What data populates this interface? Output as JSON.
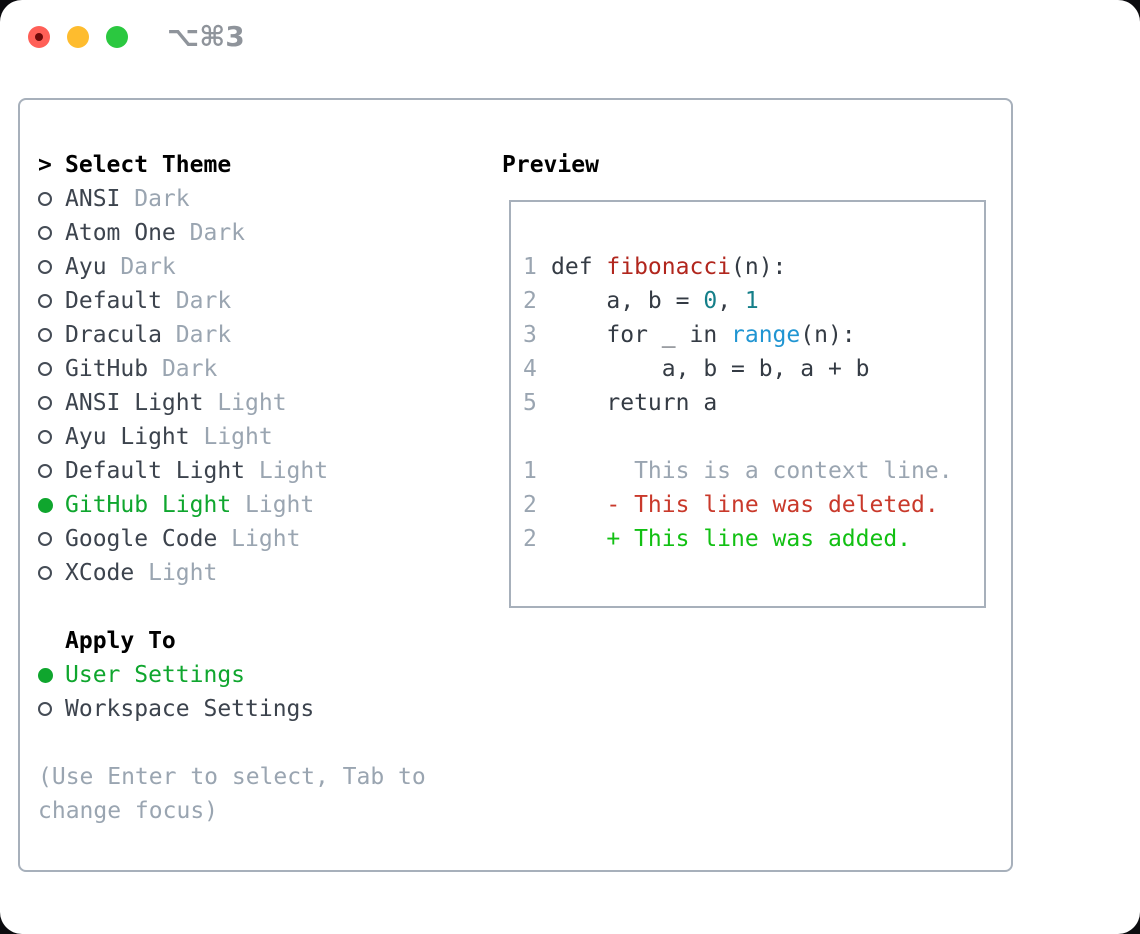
{
  "window": {
    "titlebar": {
      "shortcut": "⌥⌘3",
      "traffic_lights": [
        {
          "name": "close",
          "color": "#ff5f57"
        },
        {
          "name": "minimize",
          "color": "#febc2e"
        },
        {
          "name": "zoom",
          "color": "#2bc840"
        }
      ]
    },
    "theme_picker": {
      "cursor": ">",
      "header": "Select Theme",
      "items": [
        {
          "name": "ANSI",
          "variant": "Dark",
          "selected": false
        },
        {
          "name": "Atom One",
          "variant": "Dark",
          "selected": false
        },
        {
          "name": "Ayu",
          "variant": "Dark",
          "selected": false
        },
        {
          "name": "Default",
          "variant": "Dark",
          "selected": false
        },
        {
          "name": "Dracula",
          "variant": "Dark",
          "selected": false
        },
        {
          "name": "GitHub",
          "variant": "Dark",
          "selected": false
        },
        {
          "name": "ANSI Light",
          "variant": "Light",
          "selected": false
        },
        {
          "name": "Ayu Light",
          "variant": "Light",
          "selected": false
        },
        {
          "name": "Default Light",
          "variant": "Light",
          "selected": false
        },
        {
          "name": "GitHub Light",
          "variant": "Light",
          "selected": true
        },
        {
          "name": "Google Code",
          "variant": "Light",
          "selected": false
        },
        {
          "name": "XCode",
          "variant": "Light",
          "selected": false
        }
      ]
    },
    "apply_to": {
      "header": "Apply To",
      "options": [
        {
          "label": "User Settings",
          "selected": true
        },
        {
          "label": "Workspace Settings",
          "selected": false
        }
      ]
    },
    "hint": {
      "line1": "(Use Enter to select, Tab to",
      "line2": "change focus)"
    },
    "preview": {
      "header": "Preview",
      "code_lines": [
        {
          "num": "1",
          "segments": [
            {
              "text": "def ",
              "color": "code"
            },
            {
              "text": "fibonacci",
              "color": "function"
            },
            {
              "text": "(n):",
              "color": "code"
            }
          ]
        },
        {
          "num": "2",
          "segments": [
            {
              "text": "    a, b = ",
              "color": "code"
            },
            {
              "text": "0",
              "color": "number"
            },
            {
              "text": ", ",
              "color": "code"
            },
            {
              "text": "1",
              "color": "number"
            }
          ]
        },
        {
          "num": "3",
          "segments": [
            {
              "text": "    for _ in ",
              "color": "code"
            },
            {
              "text": "range",
              "color": "builtin"
            },
            {
              "text": "(n):",
              "color": "code"
            }
          ]
        },
        {
          "num": "4",
          "segments": [
            {
              "text": "        a, b = b, a + b",
              "color": "code"
            }
          ]
        },
        {
          "num": "5",
          "segments": [
            {
              "text": "    return a",
              "color": "code"
            }
          ]
        },
        {
          "num": "",
          "segments": []
        },
        {
          "num": "1",
          "segments": [
            {
              "text": "      This is a context line.",
              "color": "context"
            }
          ]
        },
        {
          "num": "2",
          "segments": [
            {
              "text": "    - This line was deleted.",
              "color": "deleted"
            }
          ]
        },
        {
          "num": "2",
          "segments": [
            {
              "text": "    + This line was added.",
              "color": "added"
            }
          ]
        }
      ]
    },
    "colors": {
      "accent_green": "#0fa62e",
      "added_green": "#12c013",
      "deleted_red": "#c9392b",
      "function_red": "#b1261d",
      "number_teal": "#157f89",
      "builtin_blue": "#2095d2",
      "muted_gray": "#9aa5b1",
      "text_dark": "#3c434d",
      "panel_border": "#a7b0bb"
    }
  }
}
